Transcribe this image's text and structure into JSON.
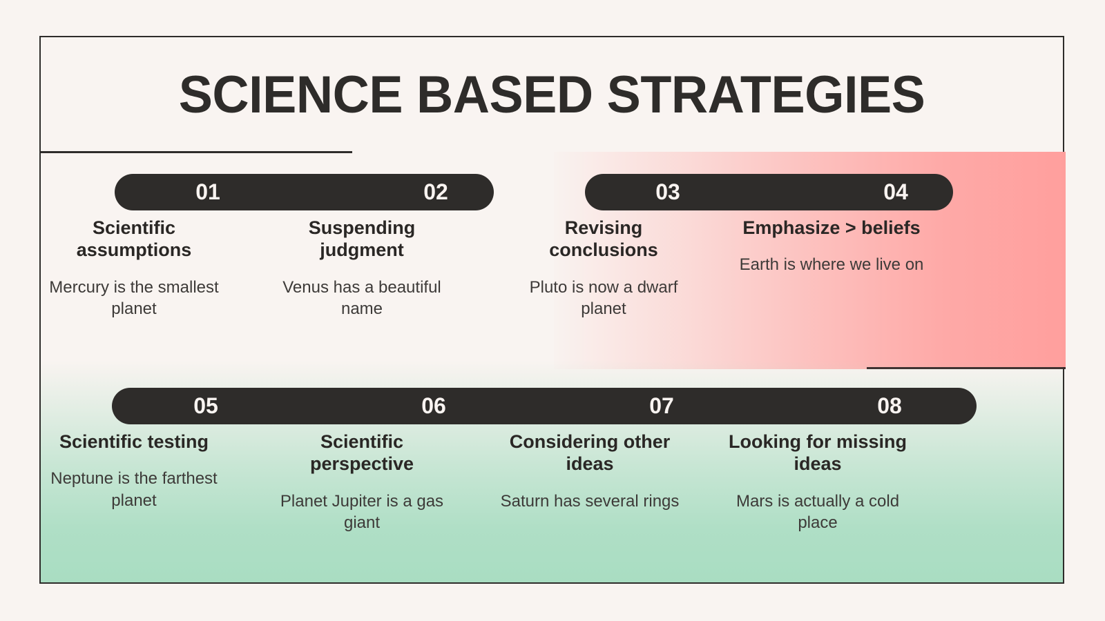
{
  "page": {
    "background_color": "#f9f4f1",
    "frame_color": "#2e2c2a",
    "title": "SCIENCE BASED STRATEGIES"
  },
  "bands": {
    "pink": {
      "name": "pink-gradient-band",
      "color": "#ff9f9d"
    },
    "green": {
      "name": "green-gradient-band",
      "color": "#a9ddc2"
    }
  },
  "rows": [
    {
      "id": "row-top",
      "pills": [
        {
          "id": "pill-a",
          "numbers": [
            "01",
            "02"
          ]
        },
        {
          "id": "pill-b",
          "numbers": [
            "03",
            "04"
          ]
        }
      ]
    },
    {
      "id": "row-bottom",
      "pills": [
        {
          "id": "pill-c",
          "numbers": [
            "05",
            "06",
            "07",
            "08"
          ]
        }
      ]
    }
  ],
  "cards": [
    {
      "number": "01",
      "title": "Scientific assumptions",
      "desc": "Mercury is the smallest planet"
    },
    {
      "number": "02",
      "title": "Suspending judgment",
      "desc": "Venus has a beautiful name"
    },
    {
      "number": "03",
      "title": "Revising conclusions",
      "desc": "Pluto is now a dwarf planet"
    },
    {
      "number": "04",
      "title": "Emphasize > beliefs",
      "desc": "Earth is where we live on"
    },
    {
      "number": "05",
      "title": "Scientific testing",
      "desc": "Neptune is the farthest planet"
    },
    {
      "number": "06",
      "title": "Scientific perspective",
      "desc": "Planet Jupiter is a gas giant"
    },
    {
      "number": "07",
      "title": "Considering other ideas",
      "desc": "Saturn has several rings"
    },
    {
      "number": "08",
      "title": "Looking for missing ideas",
      "desc": "Mars is actually a cold place"
    }
  ]
}
